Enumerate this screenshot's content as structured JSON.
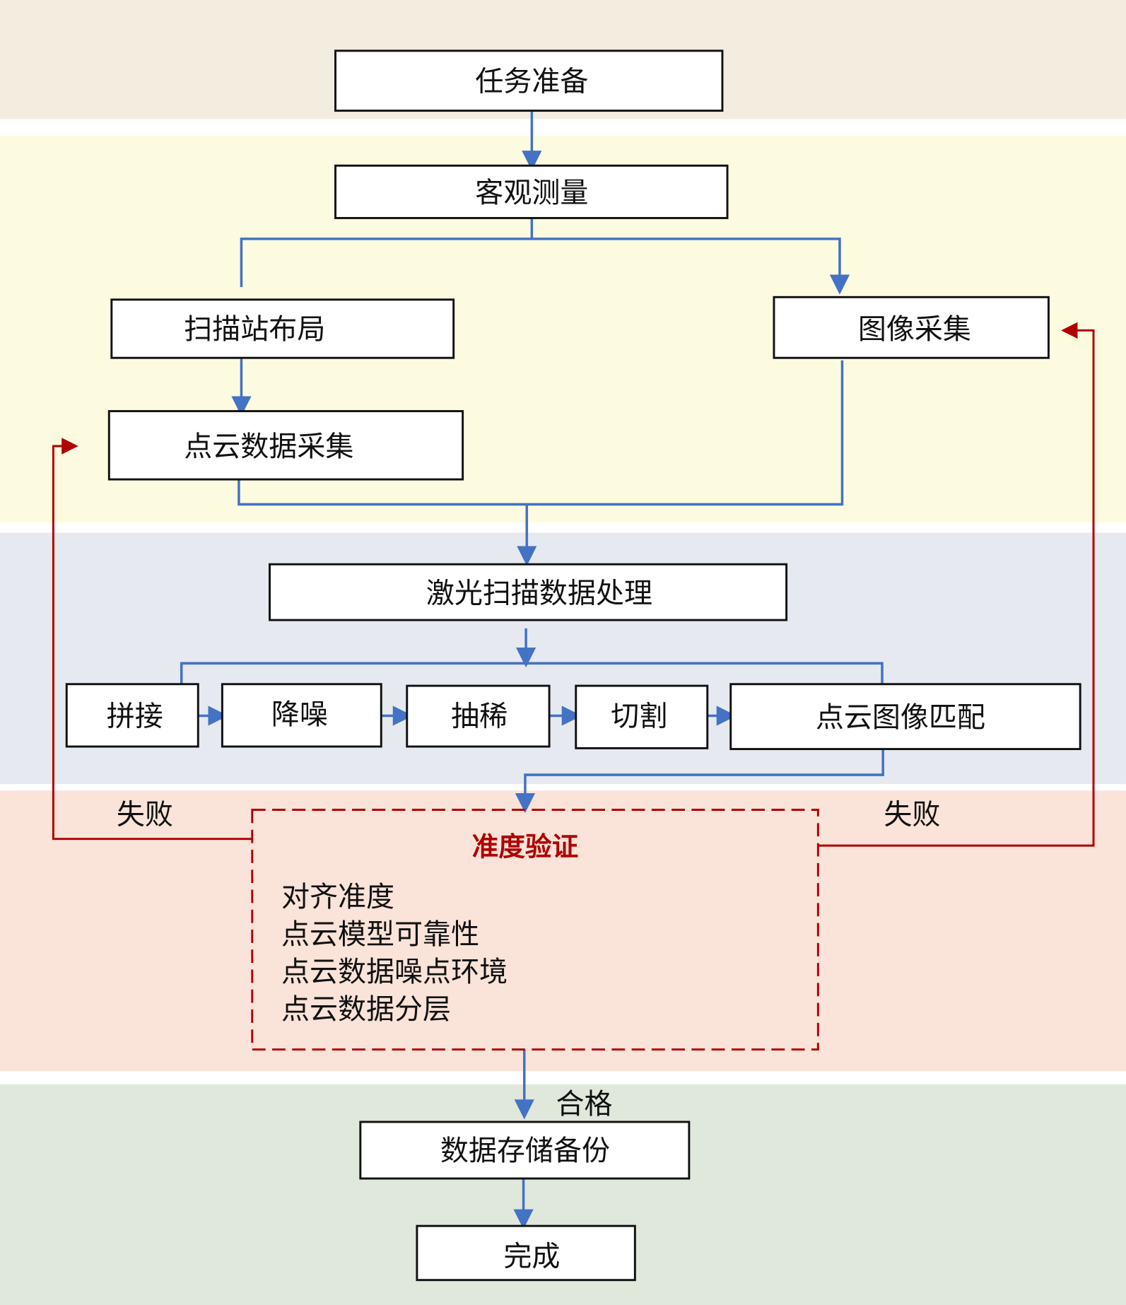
{
  "colors": {
    "band1": "#f3ede0",
    "band2": "#fdfbdf",
    "band3": "#e6e9ef",
    "band4": "#fae3d8",
    "band5": "#e0e8dc",
    "flow": "#4472c4",
    "fail": "#b00000"
  },
  "nodes": {
    "task_prep": "任务准备",
    "objective_measure": "客观测量",
    "scan_station_layout": "扫描站布局",
    "image_capture": "图像采集",
    "point_cloud_capture": "点云数据采集",
    "laser_processing": "激光扫描数据处理",
    "stitching": "拼接",
    "denoise": "降噪",
    "thinning": "抽稀",
    "cutting": "切割",
    "cloud_image_match": "点云图像匹配",
    "storage_backup": "数据存储备份",
    "done": "完成"
  },
  "validation": {
    "title": "准度验证",
    "items": [
      "对齐准度",
      "点云模型可靠性",
      "点云数据噪点环境",
      "点云数据分层"
    ]
  },
  "edge_labels": {
    "fail_left": "失败",
    "fail_right": "失败",
    "pass": "合格"
  }
}
